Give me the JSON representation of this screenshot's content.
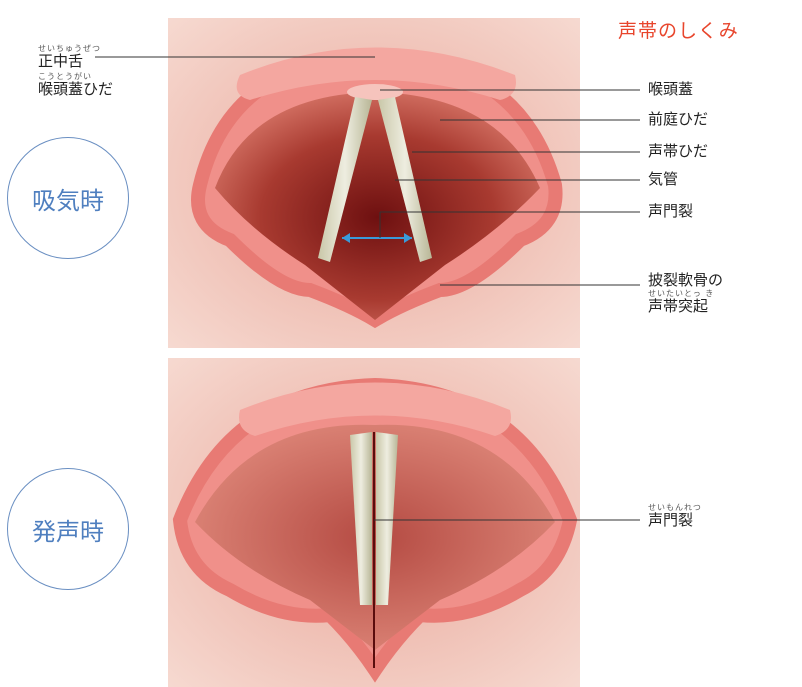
{
  "title": "声帯のしくみ",
  "states": {
    "inhale": "吸気時",
    "phonation": "発声時"
  },
  "labels": {
    "median_tongue": {
      "ruby": "せいちゅうぜつ",
      "text": "正中舌"
    },
    "epiglottic_fold": {
      "ruby": "こうとうがい",
      "text": "喉頭蓋ひだ"
    },
    "epiglottis": "喉頭蓋",
    "vestibular_fold": "前庭ひだ",
    "vocal_fold": "声帯ひだ",
    "trachea": "気管",
    "glottis": "声門裂",
    "arytenoid_line1": "披裂軟骨の",
    "arytenoid_line2": {
      "ruby": "せいたいとっ き",
      "text": "声帯突起"
    },
    "glottis_bottom": {
      "ruby": "せいもんれつ",
      "text": "声門裂"
    }
  },
  "colors": {
    "accent": "#e8452c",
    "circle": "#4f7fbf",
    "arrow": "#3a9ad9"
  }
}
